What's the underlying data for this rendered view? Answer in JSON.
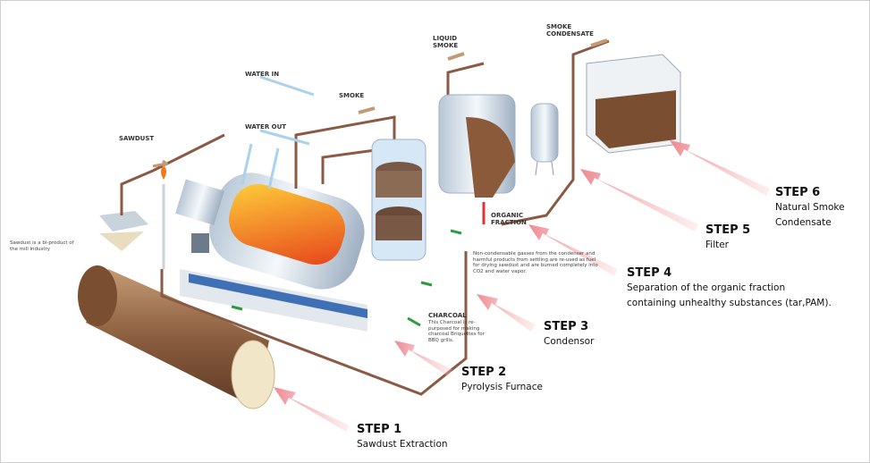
{
  "labels": {
    "sawdust": "SAWDUST",
    "water_in": "WATER IN",
    "water_out": "WATER OUT",
    "smoke": "SMOKE",
    "liquid_smoke": "LIQUID SMOKE",
    "smoke_condensate": "SMOKE CONDENSATE",
    "organic_fraction": "ORGANIC FRACTION",
    "charcoal": "CHARCOAL"
  },
  "notes": {
    "sawdust_origin": "Sawdust is a bi-product of the mill industry",
    "charcoal": "This Charcoal is re-purposed for making charcoal Briquettes for BBQ grills.",
    "non_condensable": "Non-condensable gasses from the condenser and harmful products from settling are re-used as fuel for drying sawdust and are burned completely into CO2 and water vapor."
  },
  "steps": [
    {
      "title": "STEP 1",
      "subtitle": "Sawdust Extraction"
    },
    {
      "title": "STEP 2",
      "subtitle": "Pyrolysis Furnace"
    },
    {
      "title": "STEP 3",
      "subtitle": "Condensor"
    },
    {
      "title": "STEP 4",
      "subtitle": "Separation of the organic fraction",
      "subtitle2": "containing unhealthy substances (tar,PAM)."
    },
    {
      "title": "STEP 5",
      "subtitle": "Filter"
    },
    {
      "title": "STEP 6",
      "subtitle": "Natural Smoke",
      "subtitle2": "Condensate"
    }
  ],
  "colors": {
    "arrow": "#f2a0a5",
    "pipe": "#8a5a44",
    "water": "#a9d3ec",
    "flow_arrow": "#2e9a3e"
  }
}
